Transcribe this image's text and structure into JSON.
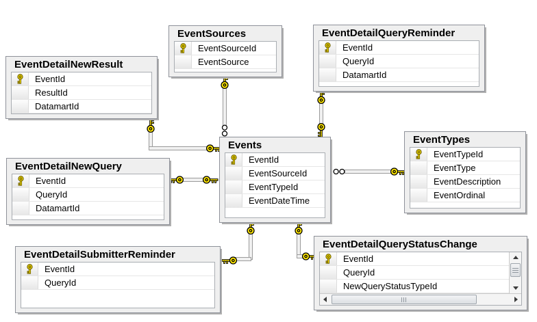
{
  "diagram": {
    "tool": "database-diagram",
    "tables": [
      {
        "title": "EventDetailNewResult",
        "columns": [
          {
            "name": "EventId",
            "pk": true
          },
          {
            "name": "ResultId",
            "pk": false
          },
          {
            "name": "DatamartId",
            "pk": false
          }
        ]
      },
      {
        "title": "EventSources",
        "columns": [
          {
            "name": "EventSourceId",
            "pk": true
          },
          {
            "name": "EventSource",
            "pk": false
          }
        ]
      },
      {
        "title": "EventDetailQueryReminder",
        "columns": [
          {
            "name": "EventId",
            "pk": true
          },
          {
            "name": "QueryId",
            "pk": false
          },
          {
            "name": "DatamartId",
            "pk": false
          }
        ]
      },
      {
        "title": "EventDetailNewQuery",
        "columns": [
          {
            "name": "EventId",
            "pk": true
          },
          {
            "name": "QueryId",
            "pk": false
          },
          {
            "name": "DatamartId",
            "pk": false
          }
        ]
      },
      {
        "title": "Events",
        "columns": [
          {
            "name": "EventId",
            "pk": true
          },
          {
            "name": "EventSourceId",
            "pk": false
          },
          {
            "name": "EventTypeId",
            "pk": false
          },
          {
            "name": "EventDateTime",
            "pk": false
          }
        ]
      },
      {
        "title": "EventTypes",
        "columns": [
          {
            "name": "EventTypeId",
            "pk": true
          },
          {
            "name": "EventType",
            "pk": false
          },
          {
            "name": "EventDescription",
            "pk": false
          },
          {
            "name": "EventOrdinal",
            "pk": false
          }
        ]
      },
      {
        "title": "EventDetailSubmitterReminder",
        "columns": [
          {
            "name": "EventId",
            "pk": true
          },
          {
            "name": "QueryId",
            "pk": false
          }
        ]
      },
      {
        "title": "EventDetailQueryStatusChange",
        "columns": [
          {
            "name": "EventId",
            "pk": true
          },
          {
            "name": "QueryId",
            "pk": false
          },
          {
            "name": "NewQueryStatusTypeId",
            "pk": false
          }
        ]
      }
    ],
    "relationships": [
      {
        "from": "EventDetailNewResult",
        "to": "Events",
        "from_marker": "key",
        "to_marker": "key",
        "cardinality": "one-to-one"
      },
      {
        "from": "EventSources",
        "to": "Events",
        "from_marker": "key",
        "to_marker": "many",
        "cardinality": "one-to-many"
      },
      {
        "from": "EventDetailQueryReminder",
        "to": "Events",
        "from_marker": "key",
        "to_marker": "key",
        "cardinality": "one-to-one"
      },
      {
        "from": "EventDetailNewQuery",
        "to": "Events",
        "from_marker": "key",
        "to_marker": "key",
        "cardinality": "one-to-one"
      },
      {
        "from": "EventTypes",
        "to": "Events",
        "from_marker": "key",
        "to_marker": "many",
        "cardinality": "one-to-many"
      },
      {
        "from": "Events",
        "to": "EventDetailSubmitterReminder",
        "from_marker": "key",
        "to_marker": "key",
        "cardinality": "one-to-one"
      },
      {
        "from": "Events",
        "to": "EventDetailQueryStatusChange",
        "from_marker": "key",
        "to_marker": "key",
        "cardinality": "one-to-one"
      }
    ],
    "icons": {
      "primary_key": "key-icon",
      "one_end": "key-icon",
      "many_end": "infinity-icon"
    },
    "colors": {
      "key_gold": "#ffe600",
      "table_fill": "#efefef",
      "table_border": "#8e9199",
      "grid_fill": "#ffffff",
      "pipe_fill": "#f0f0f0",
      "pipe_border": "#9b9b9b",
      "text": "#000000"
    }
  }
}
